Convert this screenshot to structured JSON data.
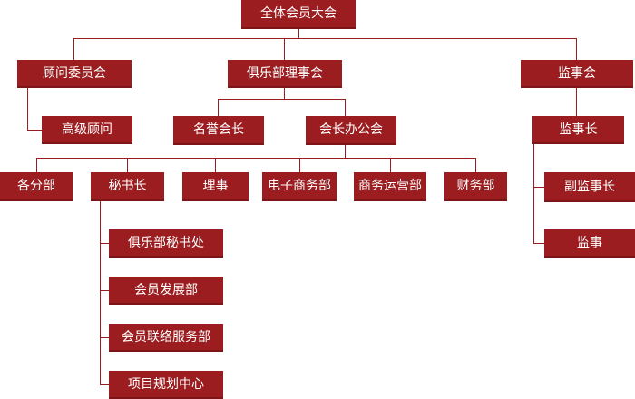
{
  "org": {
    "general_assembly": "全体会员大会",
    "advisory_committee": "顾问委员会",
    "senior_advisor": "高级顾问",
    "board": "俱乐部理事会",
    "honorary_president": "名誉会长",
    "president_office": "会长办公会",
    "branches": "各分部",
    "secretary_general": "秘书长",
    "director": "理事",
    "ecommerce": "电子商务部",
    "operations": "商务运营部",
    "finance": "财务部",
    "secretariat": "俱乐部秘书处",
    "member_development": "会员发展部",
    "member_services": "会员联络服务部",
    "project_planning": "项目规划中心",
    "supervisory_board": "监事会",
    "chief_supervisor": "监事长",
    "deputy_chief_supervisor": "副监事长",
    "supervisor": "监事"
  },
  "colors": {
    "box": "#9b1d20",
    "line": "#9b1d20",
    "text": "#ffffff"
  }
}
